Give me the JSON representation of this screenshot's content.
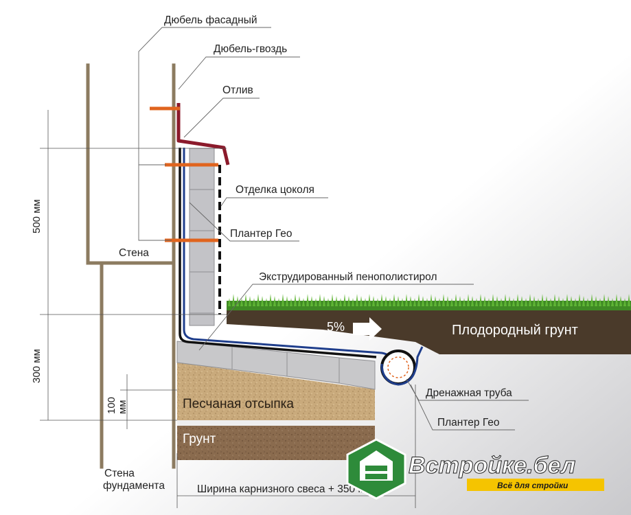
{
  "labels": {
    "facade_dowel": "Дюбель фасадный",
    "nail_dowel": "Дюбель-гвоздь",
    "drip": "Отлив",
    "plinth_finish": "Отделка цоколя",
    "planter_geo_top": "Плантер Гео",
    "wall": "Стена",
    "xps": "Экструдированный пенополистирол",
    "fertile_soil": "Плодородный грунт",
    "slope": "5%",
    "drain_pipe": "Дренажная труба",
    "planter_geo_bottom": "Плантер Гео",
    "sand_bedding": "Песчаная отсыпка",
    "soil": "Грунт",
    "foundation_wall_line1": "Стена",
    "foundation_wall_line2": "фундамента",
    "overhang_width": "Ширина карнизного свеса + 350 мм"
  },
  "dimensions": {
    "d500": "500 мм",
    "d300": "300 мм",
    "d100_line1": "100",
    "d100_line2": "мм"
  },
  "brand": {
    "name": "Встройке.бел",
    "tagline": "Всё для стройки",
    "accent_color": "#f5c400",
    "logo_color": "#2e8b3a"
  },
  "colors": {
    "wall_line": "#8c7b60",
    "drip_color": "#8b1a2b",
    "dowel_color": "#e0641e",
    "membrane_blue": "#1f3e8c",
    "grass": "#4a9a2a",
    "fertile_soil": "#4a3a2a",
    "sand": "#c9aa7c",
    "ground": "#8a6b4e",
    "blocks": "#c8c8ca"
  }
}
